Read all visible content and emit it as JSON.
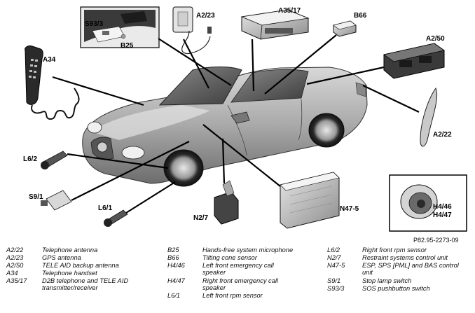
{
  "callouts": {
    "s93_3": "S93/3",
    "b25": "B25",
    "a2_23": "A2/23",
    "a35_17": "A35/17",
    "b66": "B66",
    "a34": "A34",
    "a2_50": "A2/50",
    "a2_22": "A2/22",
    "l6_2": "L6/2",
    "s9_1": "S9/1",
    "l6_1": "L6/1",
    "n2_7": "N2/7",
    "n47_5": "N47-5",
    "h4_46": "H4/46",
    "h4_47": "H4/47"
  },
  "figure_id": "P82.95-2273-09",
  "legend": {
    "col1": [
      {
        "code": "A2/22",
        "desc": "Telephone antenna"
      },
      {
        "code": "A2/23",
        "desc": "GPS antenna"
      },
      {
        "code": "A2/50",
        "desc": "TELE AID backup antenna"
      },
      {
        "code": "A34",
        "desc": "Telephone handset"
      },
      {
        "code": "A35/17",
        "desc": "D2B telephone and TELE AID transmitter/receiver"
      }
    ],
    "col2": [
      {
        "code": "B25",
        "desc": "Hands-free system microphone"
      },
      {
        "code": "B66",
        "desc": "Tilting cone sensor"
      },
      {
        "code": "H4/46",
        "desc": "Left front emergency call speaker"
      },
      {
        "code": "H4/47",
        "desc": "Right front emergency call speaker"
      },
      {
        "code": "L6/1",
        "desc": "Left front rpm sensor"
      }
    ],
    "col3": [
      {
        "code": "L6/2",
        "desc": "Right front rpm sensor"
      },
      {
        "code": "N2/7",
        "desc": "Restraint systems control unit"
      },
      {
        "code": "N47-5",
        "desc": "ESP, SPS [PML] and BAS control unit"
      },
      {
        "code": "S9/1",
        "desc": "Stop lamp switch"
      },
      {
        "code": "S93/3",
        "desc": "SOS pushbutton switch"
      }
    ]
  }
}
